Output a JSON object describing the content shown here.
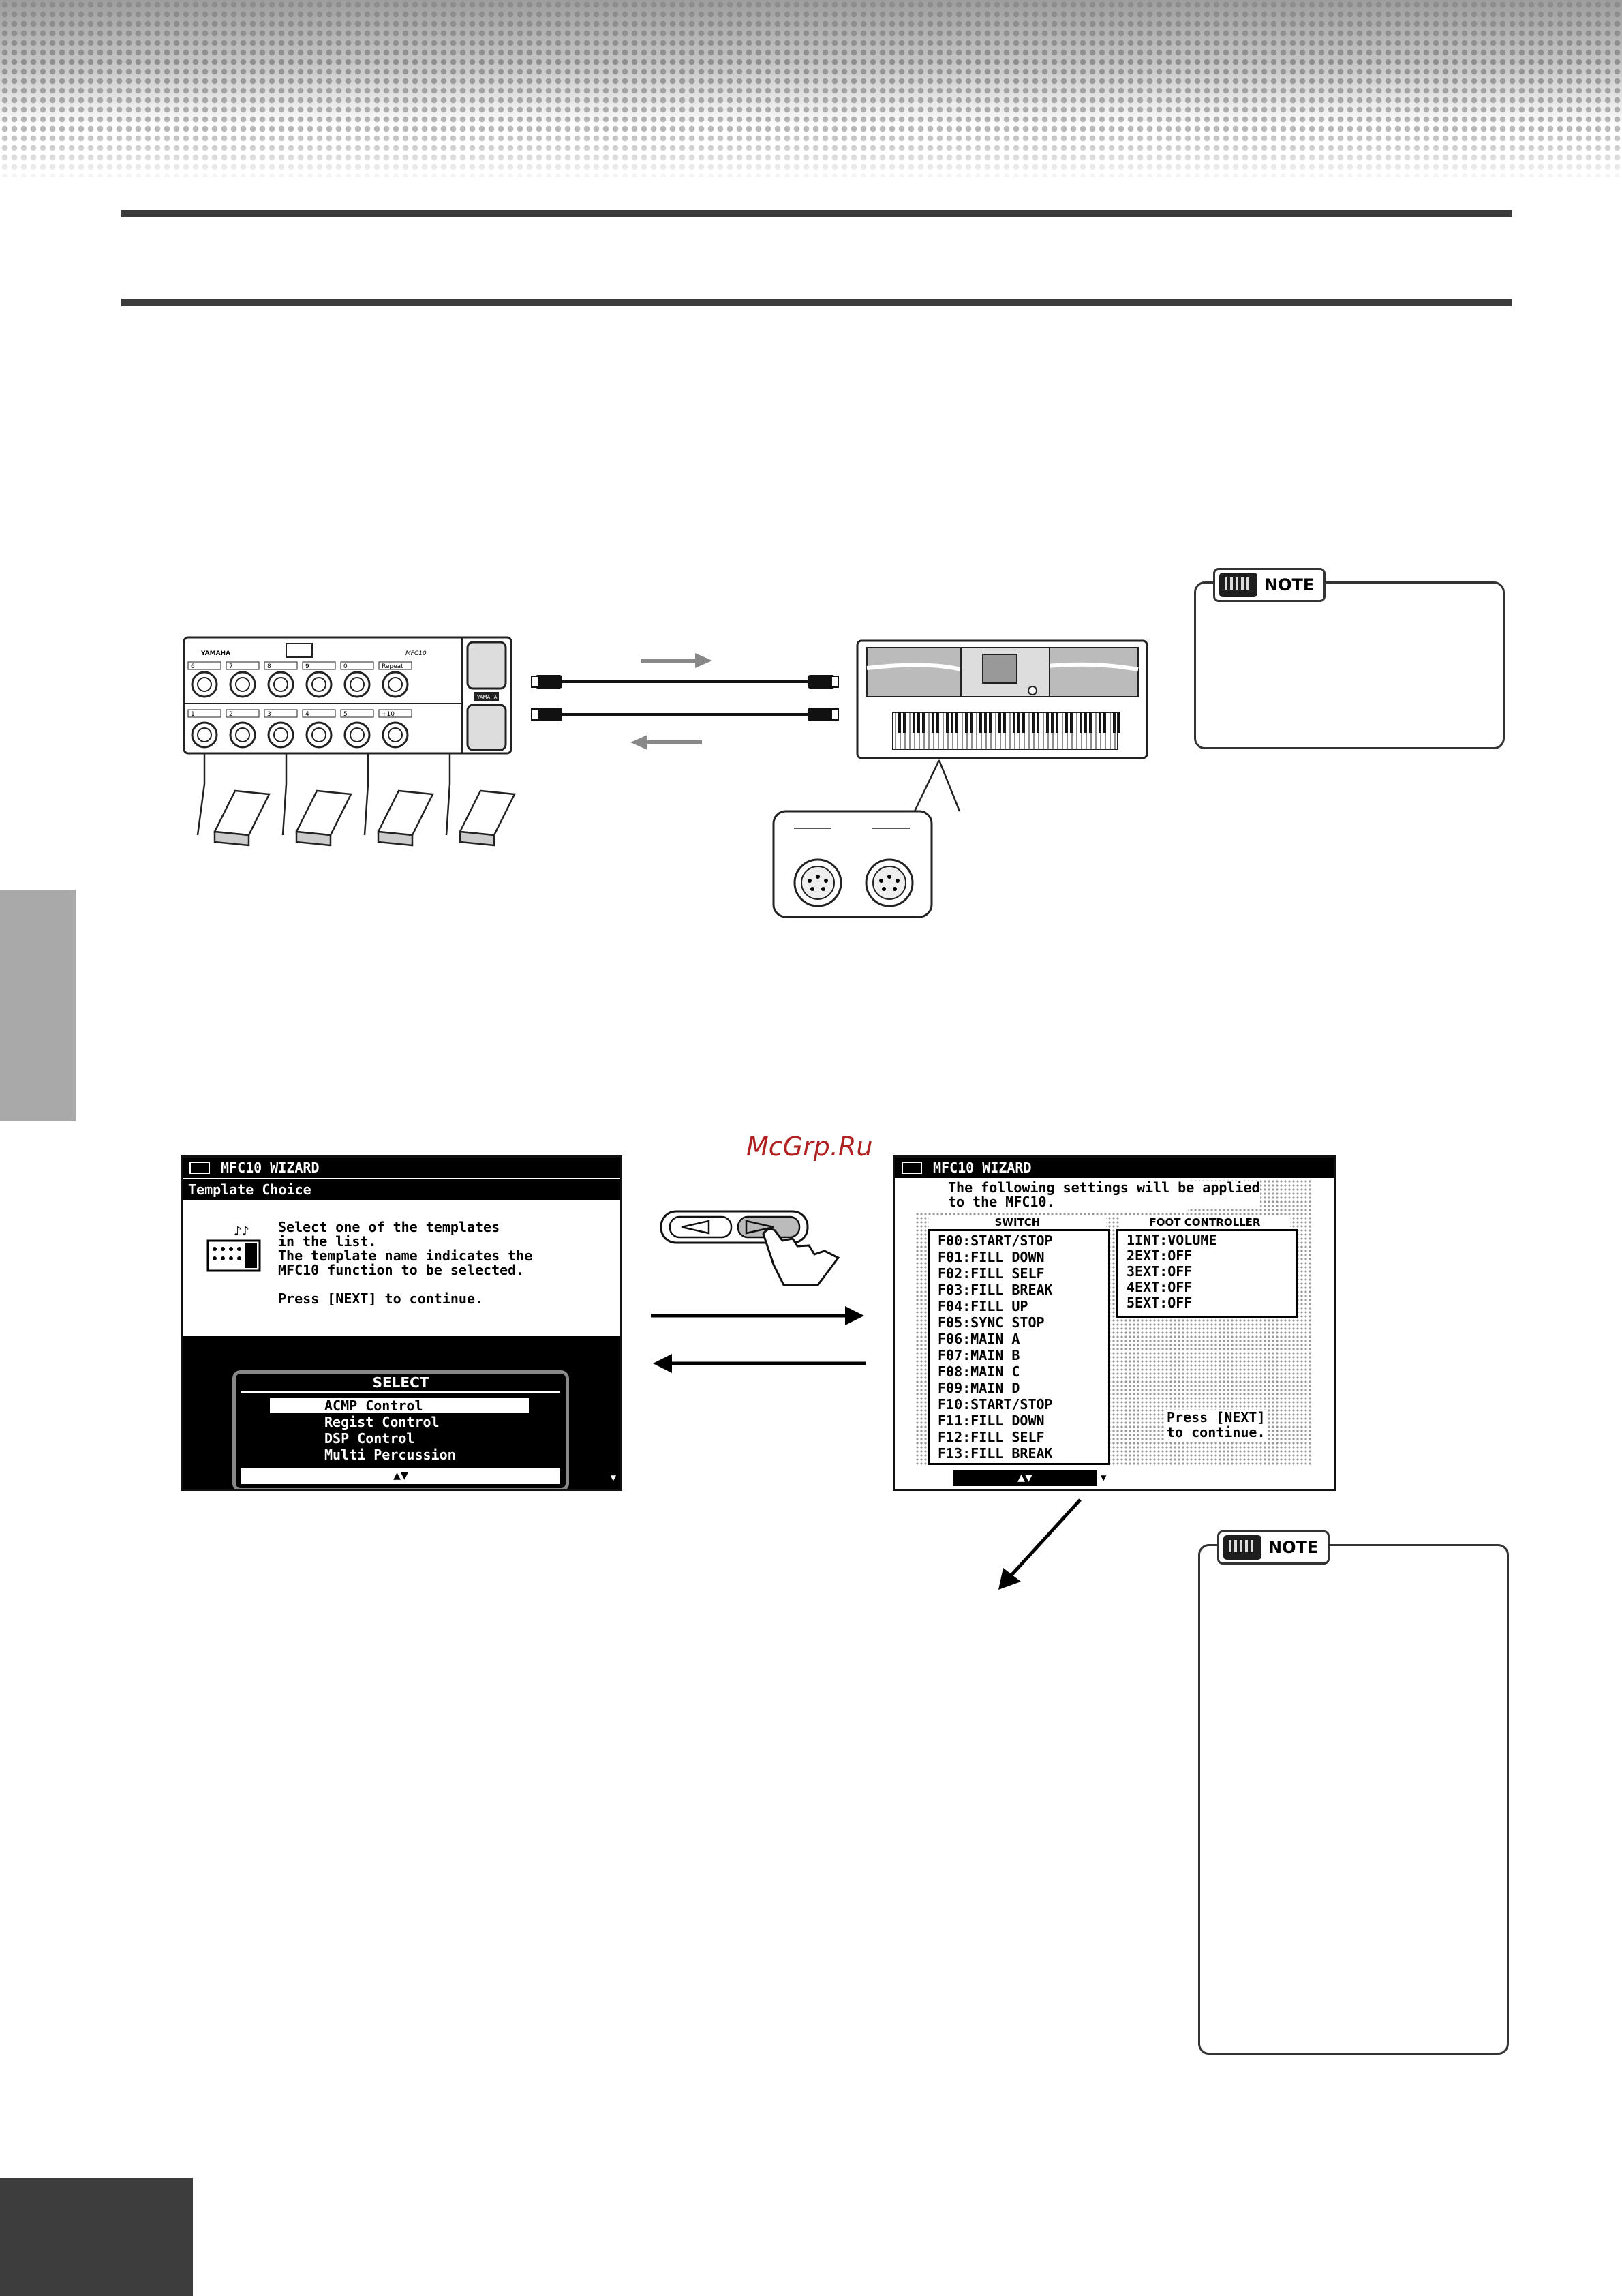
{
  "watermark": "McGrp.Ru",
  "note_label": "NOTE",
  "device_labels": {
    "brand_left": "YAMAHA",
    "model_right": "MFC10",
    "brand_center": "YAMAHA",
    "top_buttons": [
      "6",
      "7",
      "8",
      "9",
      "0",
      "Repeat"
    ],
    "bottom_buttons": [
      "1",
      "2",
      "3",
      "4",
      "5",
      "+10"
    ]
  },
  "screen_left": {
    "window_title": "MFC10 WIZARD",
    "subtitle": "Template Choice",
    "instructions": [
      "Select one of the templates",
      "in the list.",
      "The template name indicates the",
      "MFC10 function to be selected.",
      "",
      "Press [NEXT] to continue."
    ],
    "select_header": "SELECT",
    "options": [
      "ACMP Control",
      "Regist Control",
      "DSP Control",
      "Multi Percussion"
    ],
    "selected_index": 0,
    "scroll_arrows": "▲▼"
  },
  "screen_right": {
    "window_title": "MFC10 WIZARD",
    "message": [
      "The following settings will be applied",
      "to the MFC10."
    ],
    "switch_header": "SWITCH",
    "switch_items": [
      "F00:START/STOP",
      "F01:FILL DOWN",
      "F02:FILL SELF",
      "F03:FILL BREAK",
      "F04:FILL UP",
      "F05:SYNC STOP",
      "F06:MAIN A",
      "F07:MAIN B",
      "F08:MAIN C",
      "F09:MAIN D",
      "F10:START/STOP",
      "F11:FILL DOWN",
      "F12:FILL SELF",
      "F13:FILL BREAK"
    ],
    "foot_header": "FOOT CONTROLLER",
    "foot_items": [
      "1INT:VOLUME",
      "2EXT:OFF",
      "3EXT:OFF",
      "4EXT:OFF",
      "5EXT:OFF"
    ],
    "press_next": [
      "Press [NEXT]",
      "to continue."
    ],
    "scroll_arrows": "▲▼"
  }
}
